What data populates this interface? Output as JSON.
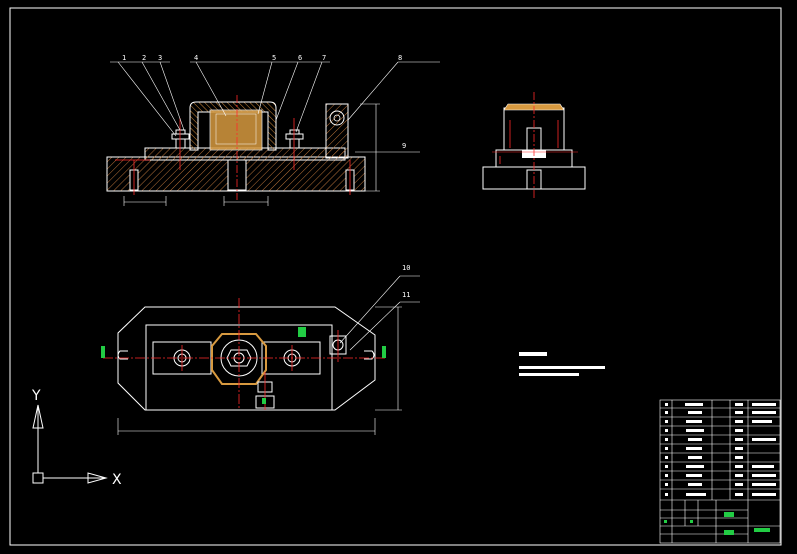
{
  "balloons": [
    "1",
    "2",
    "3",
    "4",
    "5",
    "6",
    "7",
    "8",
    "9",
    "10",
    "11"
  ],
  "axis": {
    "x": "X",
    "y": "Y"
  },
  "colors": {
    "background": "#000000",
    "outline": "#ffffff",
    "centerline": "#ff2a2a",
    "hatch": "#c87a32",
    "part_fill": "#d89a40",
    "highlight": "#22cc44"
  }
}
